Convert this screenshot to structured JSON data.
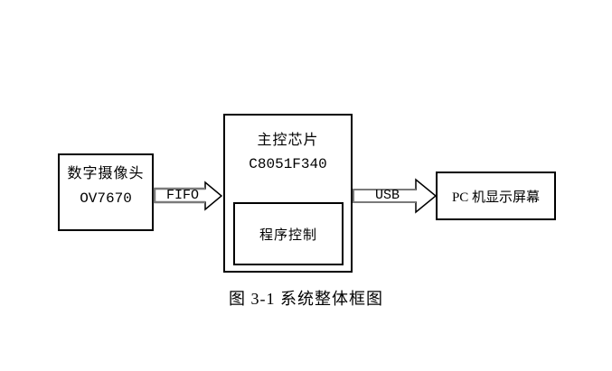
{
  "diagram": {
    "caption": "图 3-1 系统整体框图",
    "camera_box": {
      "title": "数字摄像头",
      "model": "OV7670"
    },
    "mcu_box": {
      "title": "主控芯片",
      "chip": "C8051F340",
      "inner_label": "程序控制"
    },
    "pc_box": {
      "label": "PC 机显示屏幕"
    },
    "fifo_arrow": {
      "label": "FIFO",
      "direction": "right"
    },
    "usb_arrow": {
      "label": "USB",
      "direction": "right"
    },
    "colors": {
      "background": "#ffffff",
      "line": "#000000",
      "arrow_body_border": "#7a7a7a"
    }
  }
}
